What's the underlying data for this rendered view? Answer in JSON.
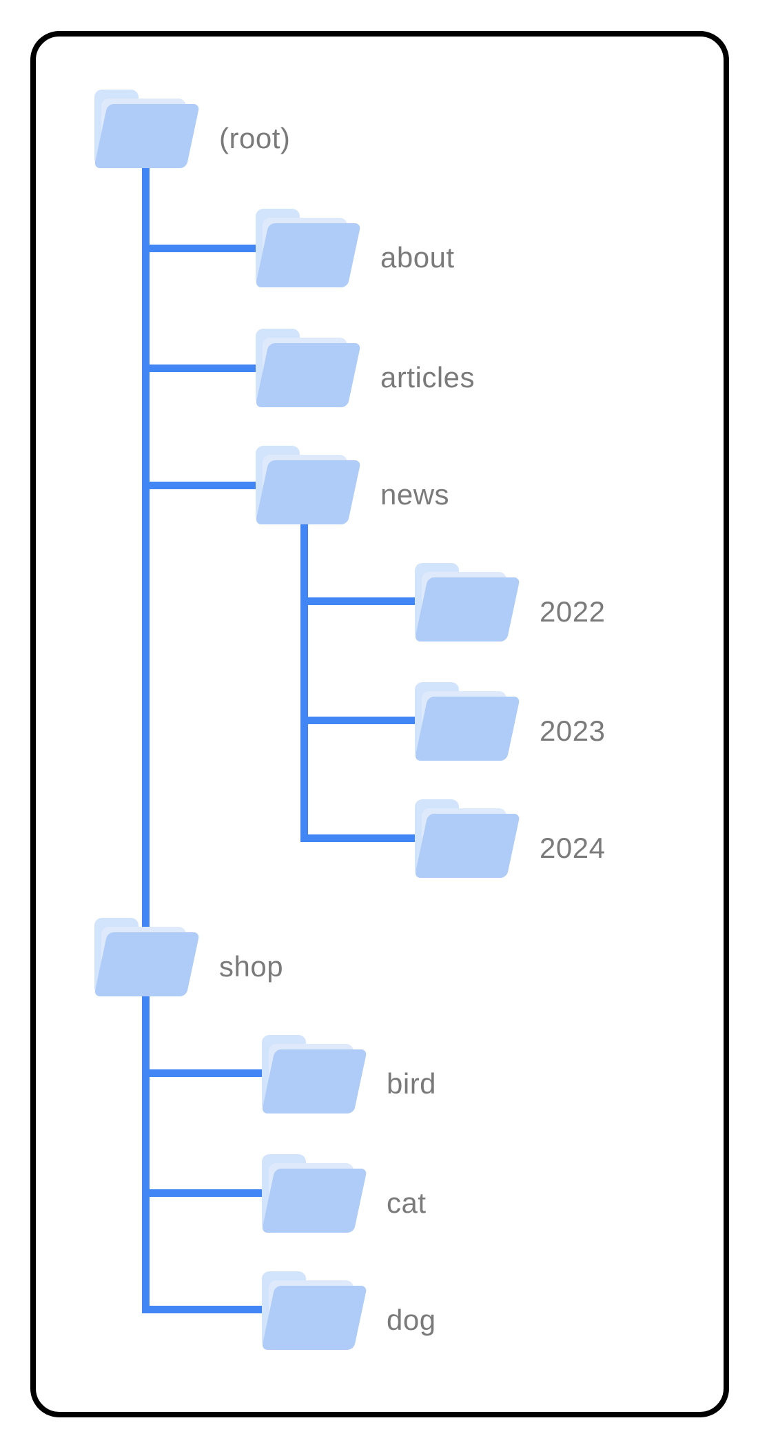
{
  "diagram": {
    "description": "site URL structure tree",
    "tree": {
      "label": "(root)",
      "children": [
        {
          "label": "about"
        },
        {
          "label": "articles"
        },
        {
          "label": "news",
          "children": [
            {
              "label": "2022"
            },
            {
              "label": "2023"
            },
            {
              "label": "2024"
            }
          ]
        },
        {
          "label": "shop",
          "children": [
            {
              "label": "bird"
            },
            {
              "label": "cat"
            },
            {
              "label": "dog"
            }
          ]
        }
      ]
    },
    "colors": {
      "connector": "#4285F4",
      "folder_front": "#AFCCF8",
      "folder_back": "#D2E3FC",
      "folder_paper": "#DEE9FC",
      "label_text": "#7A7A7A",
      "card_border": "#000000",
      "background": "#FFFFFF"
    }
  }
}
